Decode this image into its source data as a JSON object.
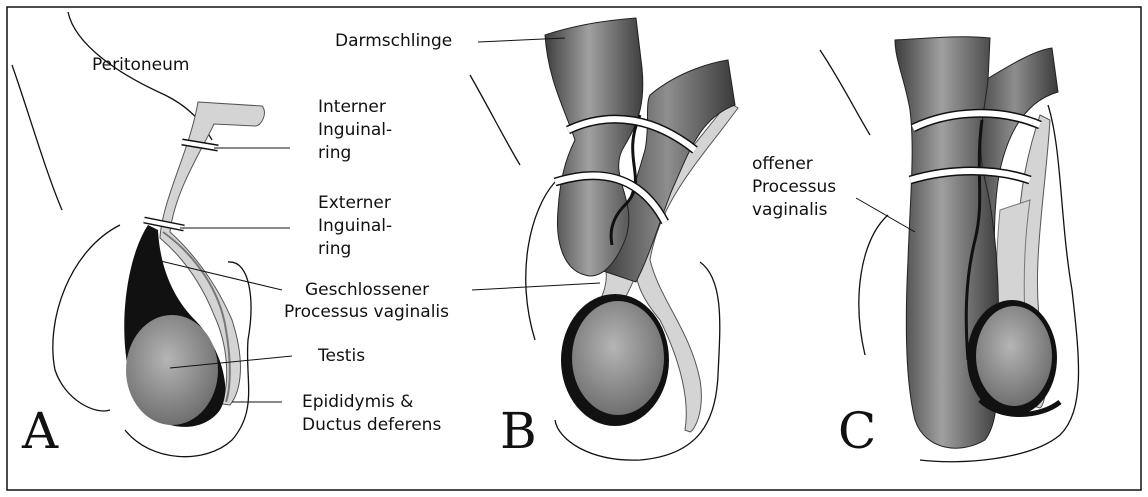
{
  "panels": {
    "a": {
      "letter": "A"
    },
    "b": {
      "letter": "B"
    },
    "c": {
      "letter": "C"
    }
  },
  "labels": {
    "peritoneum": "Peritoneum",
    "internal_ring": [
      "Interner",
      "Inguinal-",
      "ring"
    ],
    "external_ring": [
      "Externer",
      "Inguinal-",
      "ring"
    ],
    "closed_pv": [
      "Geschlossener",
      "Processus vaginalis"
    ],
    "testis": "Testis",
    "epididymis": [
      "Epididymis &",
      "Ductus deferens"
    ],
    "bowel_loop": "Darmschlinge",
    "open_pv": [
      "offener",
      "Processus",
      "vaginalis"
    ]
  },
  "colors": {
    "bowel_dark": "#4a4a4a",
    "bowel_light": "#9a9a9a",
    "process_gray": "#d4d4d4",
    "testis_gray": "#8a8a8a",
    "tunica_black": "#111111",
    "ring_white": "#ffffff"
  }
}
